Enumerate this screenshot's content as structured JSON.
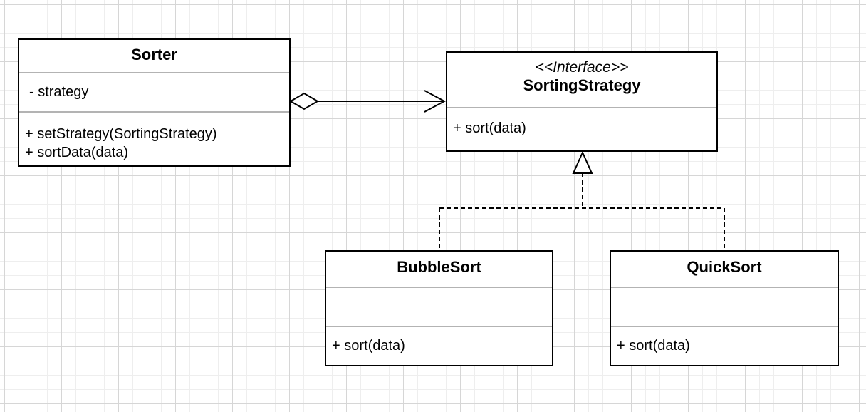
{
  "diagram": {
    "classes": {
      "sorter": {
        "name": "Sorter",
        "attributes": [
          "- strategy"
        ],
        "operations": [
          "+ setStrategy(SortingStrategy)",
          "+ sortData(data)"
        ]
      },
      "strategy": {
        "stereotype": "<<Interface>>",
        "name": "SortingStrategy",
        "operations": [
          "+ sort(data)"
        ]
      },
      "bubble": {
        "name": "BubbleSort",
        "operations": [
          "+ sort(data)"
        ]
      },
      "quick": {
        "name": "QuickSort",
        "operations": [
          "+ sort(data)"
        ]
      }
    },
    "relationships": [
      {
        "type": "aggregation",
        "from": "Sorter",
        "to": "SortingStrategy"
      },
      {
        "type": "realization",
        "from": "BubbleSort",
        "to": "SortingStrategy"
      },
      {
        "type": "realization",
        "from": "QuickSort",
        "to": "SortingStrategy"
      }
    ]
  }
}
